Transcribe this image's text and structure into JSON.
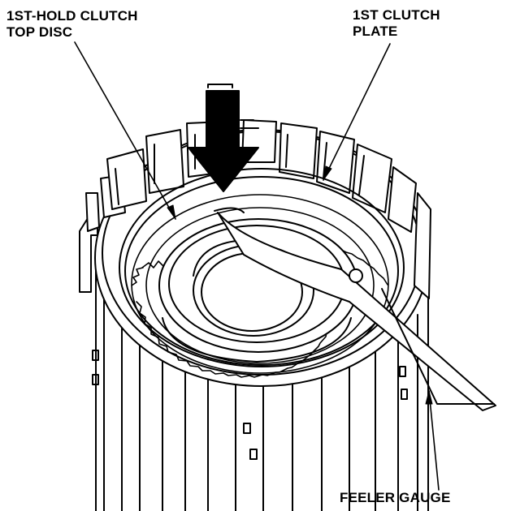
{
  "labels": {
    "hold_disc": {
      "line1": "1ST-HOLD CLUTCH",
      "line2": "TOP DISC"
    },
    "clutch_plate": {
      "line1": "1ST CLUTCH",
      "line2": "PLATE"
    },
    "feeler_gauge": {
      "line1": "FEELER GAUGE"
    }
  },
  "colors": {
    "ink": "#000000",
    "paper": "#ffffff"
  }
}
